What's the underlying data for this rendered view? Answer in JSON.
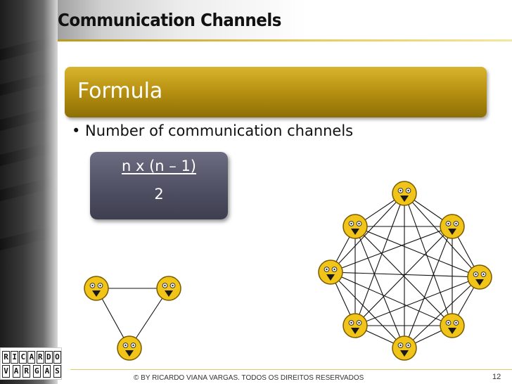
{
  "slide": {
    "title": "Communication Channels",
    "header": "Formula",
    "bullet": "• Number of communication channels",
    "formula": {
      "numerator": "n x (n – 1)",
      "denominator": "2"
    },
    "footer": "© BY RICARDO VIANA VARGAS. TODOS OS DIREITOS RESERVADOS",
    "page_number": "12",
    "logo": {
      "line1": [
        "R",
        "I",
        "C",
        "A",
        "R",
        "D",
        "O"
      ],
      "line2": [
        "V",
        "A",
        "R",
        "G",
        "A",
        "S"
      ]
    }
  },
  "colors": {
    "accent_gold": "#b99312",
    "formula_box": "#4e4e62",
    "face_fill": "#f0c419",
    "face_stroke": "#7a5a00"
  },
  "icons": [
    "smiley-face-icon"
  ]
}
